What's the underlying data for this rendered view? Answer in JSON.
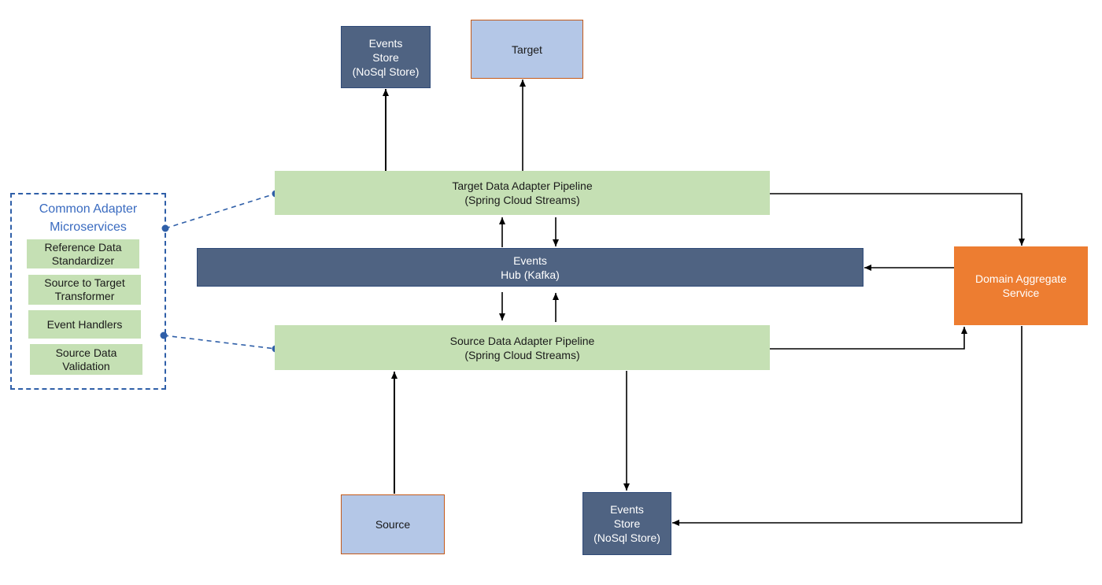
{
  "nodes": {
    "events_store_top": {
      "line1": "Events",
      "line2": "Store",
      "line3": "(NoSql Store)"
    },
    "target": {
      "label": "Target"
    },
    "target_pipeline": {
      "line1": "Target Data Adapter Pipeline",
      "line2": "(Spring Cloud Streams)"
    },
    "events_hub": {
      "line1": "Events",
      "line2": "Hub (Kafka)"
    },
    "source_pipeline": {
      "line1": "Source Data Adapter Pipeline",
      "line2": "(Spring Cloud Streams)"
    },
    "domain_aggregate": {
      "line1": "Domain Aggregate",
      "line2": "Service"
    },
    "source": {
      "label": "Source"
    },
    "events_store_bottom": {
      "line1": "Events",
      "line2": "Store",
      "line3": "(NoSql Store)"
    }
  },
  "common_adapter": {
    "title_line1": "Common Adapter",
    "title_line2": "Microservices",
    "items": [
      {
        "line1": "Reference Data",
        "line2": "Standardizer"
      },
      {
        "line1": "Source to Target",
        "line2": "Transformer"
      },
      {
        "line1": "Event Handlers",
        "line2": ""
      },
      {
        "line1": "Source Data",
        "line2": "Validation"
      }
    ]
  },
  "colors": {
    "navy": "#4f6382",
    "light_blue": "#b4c7e7",
    "green": "#c5e0b4",
    "orange": "#ed7d31",
    "dashed_blue": "#2f5fa8"
  }
}
